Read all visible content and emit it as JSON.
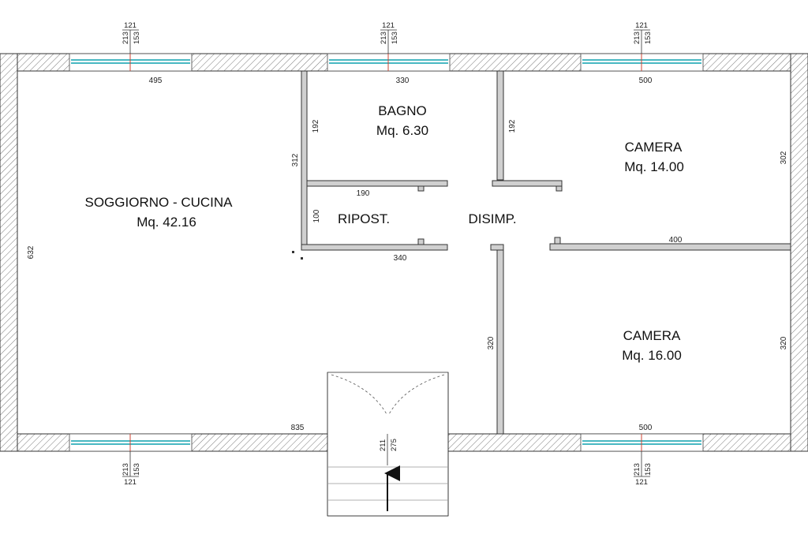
{
  "rooms": {
    "soggiorno": {
      "name": "SOGGIORNO - CUCINA",
      "area": "Mq. 42.16"
    },
    "bagno": {
      "name": "BAGNO",
      "area": "Mq. 6.30"
    },
    "camera1": {
      "name": "CAMERA",
      "area": "Mq. 14.00"
    },
    "camera2": {
      "name": "CAMERA",
      "area": "Mq. 16.00"
    },
    "ripost": {
      "name": "RIPOST."
    },
    "disimp": {
      "name": "DISIMP."
    }
  },
  "dimensions": {
    "soggiorno_top": "495",
    "soggiorno_right": "312",
    "soggiorno_left": "632",
    "soggiorno_bottom": "835",
    "bagno_top": "330",
    "bagno_left": "192",
    "bagno_right": "192",
    "ripost_top": "190",
    "ripost_left": "100",
    "ripost_bottom": "340",
    "camera1_top": "500",
    "camera1_right": "302",
    "camera1_bottom": "400",
    "camera2_left": "320",
    "camera2_right": "320",
    "camera2_bottom": "500",
    "entrance_a": "211",
    "entrance_b": "275"
  },
  "windows": {
    "top": [
      {
        "width": "121",
        "h1": "213",
        "h2": "153"
      },
      {
        "width": "121",
        "h1": "213",
        "h2": "153"
      },
      {
        "width": "121",
        "h1": "213",
        "h2": "153"
      }
    ],
    "bottom": [
      {
        "width": "121",
        "h1": "213",
        "h2": "153"
      },
      {
        "width": "121",
        "h1": "213",
        "h2": "153"
      }
    ]
  },
  "colors": {
    "glass": "#49b8c2",
    "wall_fill": "#c8c8c8"
  }
}
